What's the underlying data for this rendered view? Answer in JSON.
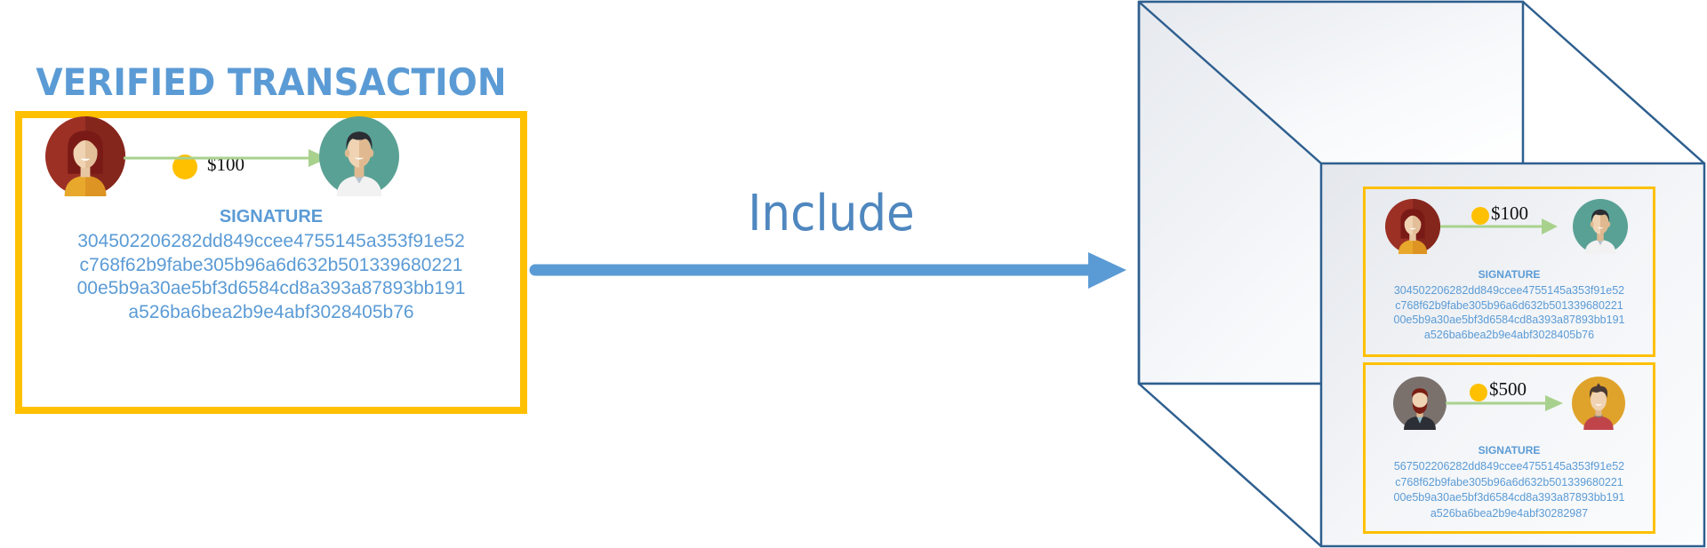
{
  "title": "VERIFIED TRANSACTION",
  "arrow": {
    "label": "Include",
    "color": "#5b9bd5"
  },
  "colors": {
    "accent_blue": "#5b9bd5",
    "card_border": "#ffc000",
    "coin": "#ffc000",
    "transfer_line": "#a9d18e",
    "cube_edge": "#2e5f8f"
  },
  "verified_transaction": {
    "sender": {
      "avatar": "woman-avatar",
      "bg": "#9c3025"
    },
    "receiver": {
      "avatar": "man-avatar",
      "bg": "#5aa195"
    },
    "amount": "$100",
    "signature_label": "SIGNATURE",
    "signature_lines": [
      "304502206282dd849ccee4755145a353f91e52",
      "c768f62b9fabe305b96a6d632b501339680221",
      "00e5b9a30ae5bf3d6584cd8a393a87893bb191",
      "a526ba6bea2b9e4abf3028405b76"
    ]
  },
  "block": {
    "transactions": [
      {
        "sender": {
          "avatar": "woman-avatar",
          "bg": "#9c3025"
        },
        "receiver": {
          "avatar": "man-avatar",
          "bg": "#5aa195"
        },
        "amount": "$100",
        "signature_label": "SIGNATURE",
        "signature_lines": [
          "304502206282dd849ccee4755145a353f91e52",
          "c768f62b9fabe305b96a6d632b501339680221",
          "00e5b9a30ae5bf3d6584cd8a393a87893bb191",
          "a526ba6bea2b9e4abf3028405b76"
        ]
      },
      {
        "sender": {
          "avatar": "bearded-man-avatar",
          "bg": "#7a716d"
        },
        "receiver": {
          "avatar": "young-man-avatar",
          "bg": "#dfa32c"
        },
        "amount": "$500",
        "signature_label": "SIGNATURE",
        "signature_lines": [
          "567502206282dd849ccee4755145a353f91e52",
          "c768f62b9fabe305b96a6d632b501339680221",
          "00e5b9a30ae5bf3d6584cd8a393a87893bb191",
          "a526ba6bea2b9e4abf30282987"
        ]
      }
    ]
  }
}
